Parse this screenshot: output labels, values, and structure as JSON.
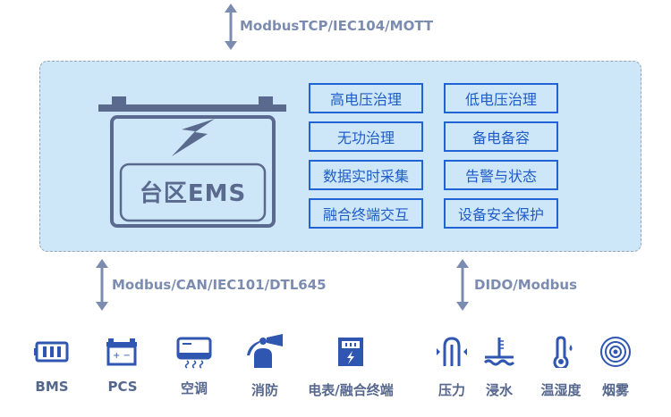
{
  "protocols": {
    "top": "ModbusTCP/IEC104/MOTT",
    "left": "Modbus/CAN/IEC101/DTL645",
    "right": "DIDO/Modbus"
  },
  "ems": {
    "title": "台区EMS"
  },
  "features": [
    "高电压治理",
    "低电压治理",
    "无功治理",
    "备电备容",
    "数据实时采集",
    "告警与状态",
    "融合终端交互",
    "设备安全保护"
  ],
  "devices": [
    "BMS",
    "PCS",
    "空调",
    "消防",
    "电表/融合终端",
    "压力",
    "浸水",
    "温湿度",
    "烟雾"
  ],
  "colors": {
    "panel": "#cde7f9",
    "feature": "#1f63d4",
    "icon": "#2f56b0",
    "ems": "#5a6a8e",
    "arrow": "#7c8cb0"
  }
}
